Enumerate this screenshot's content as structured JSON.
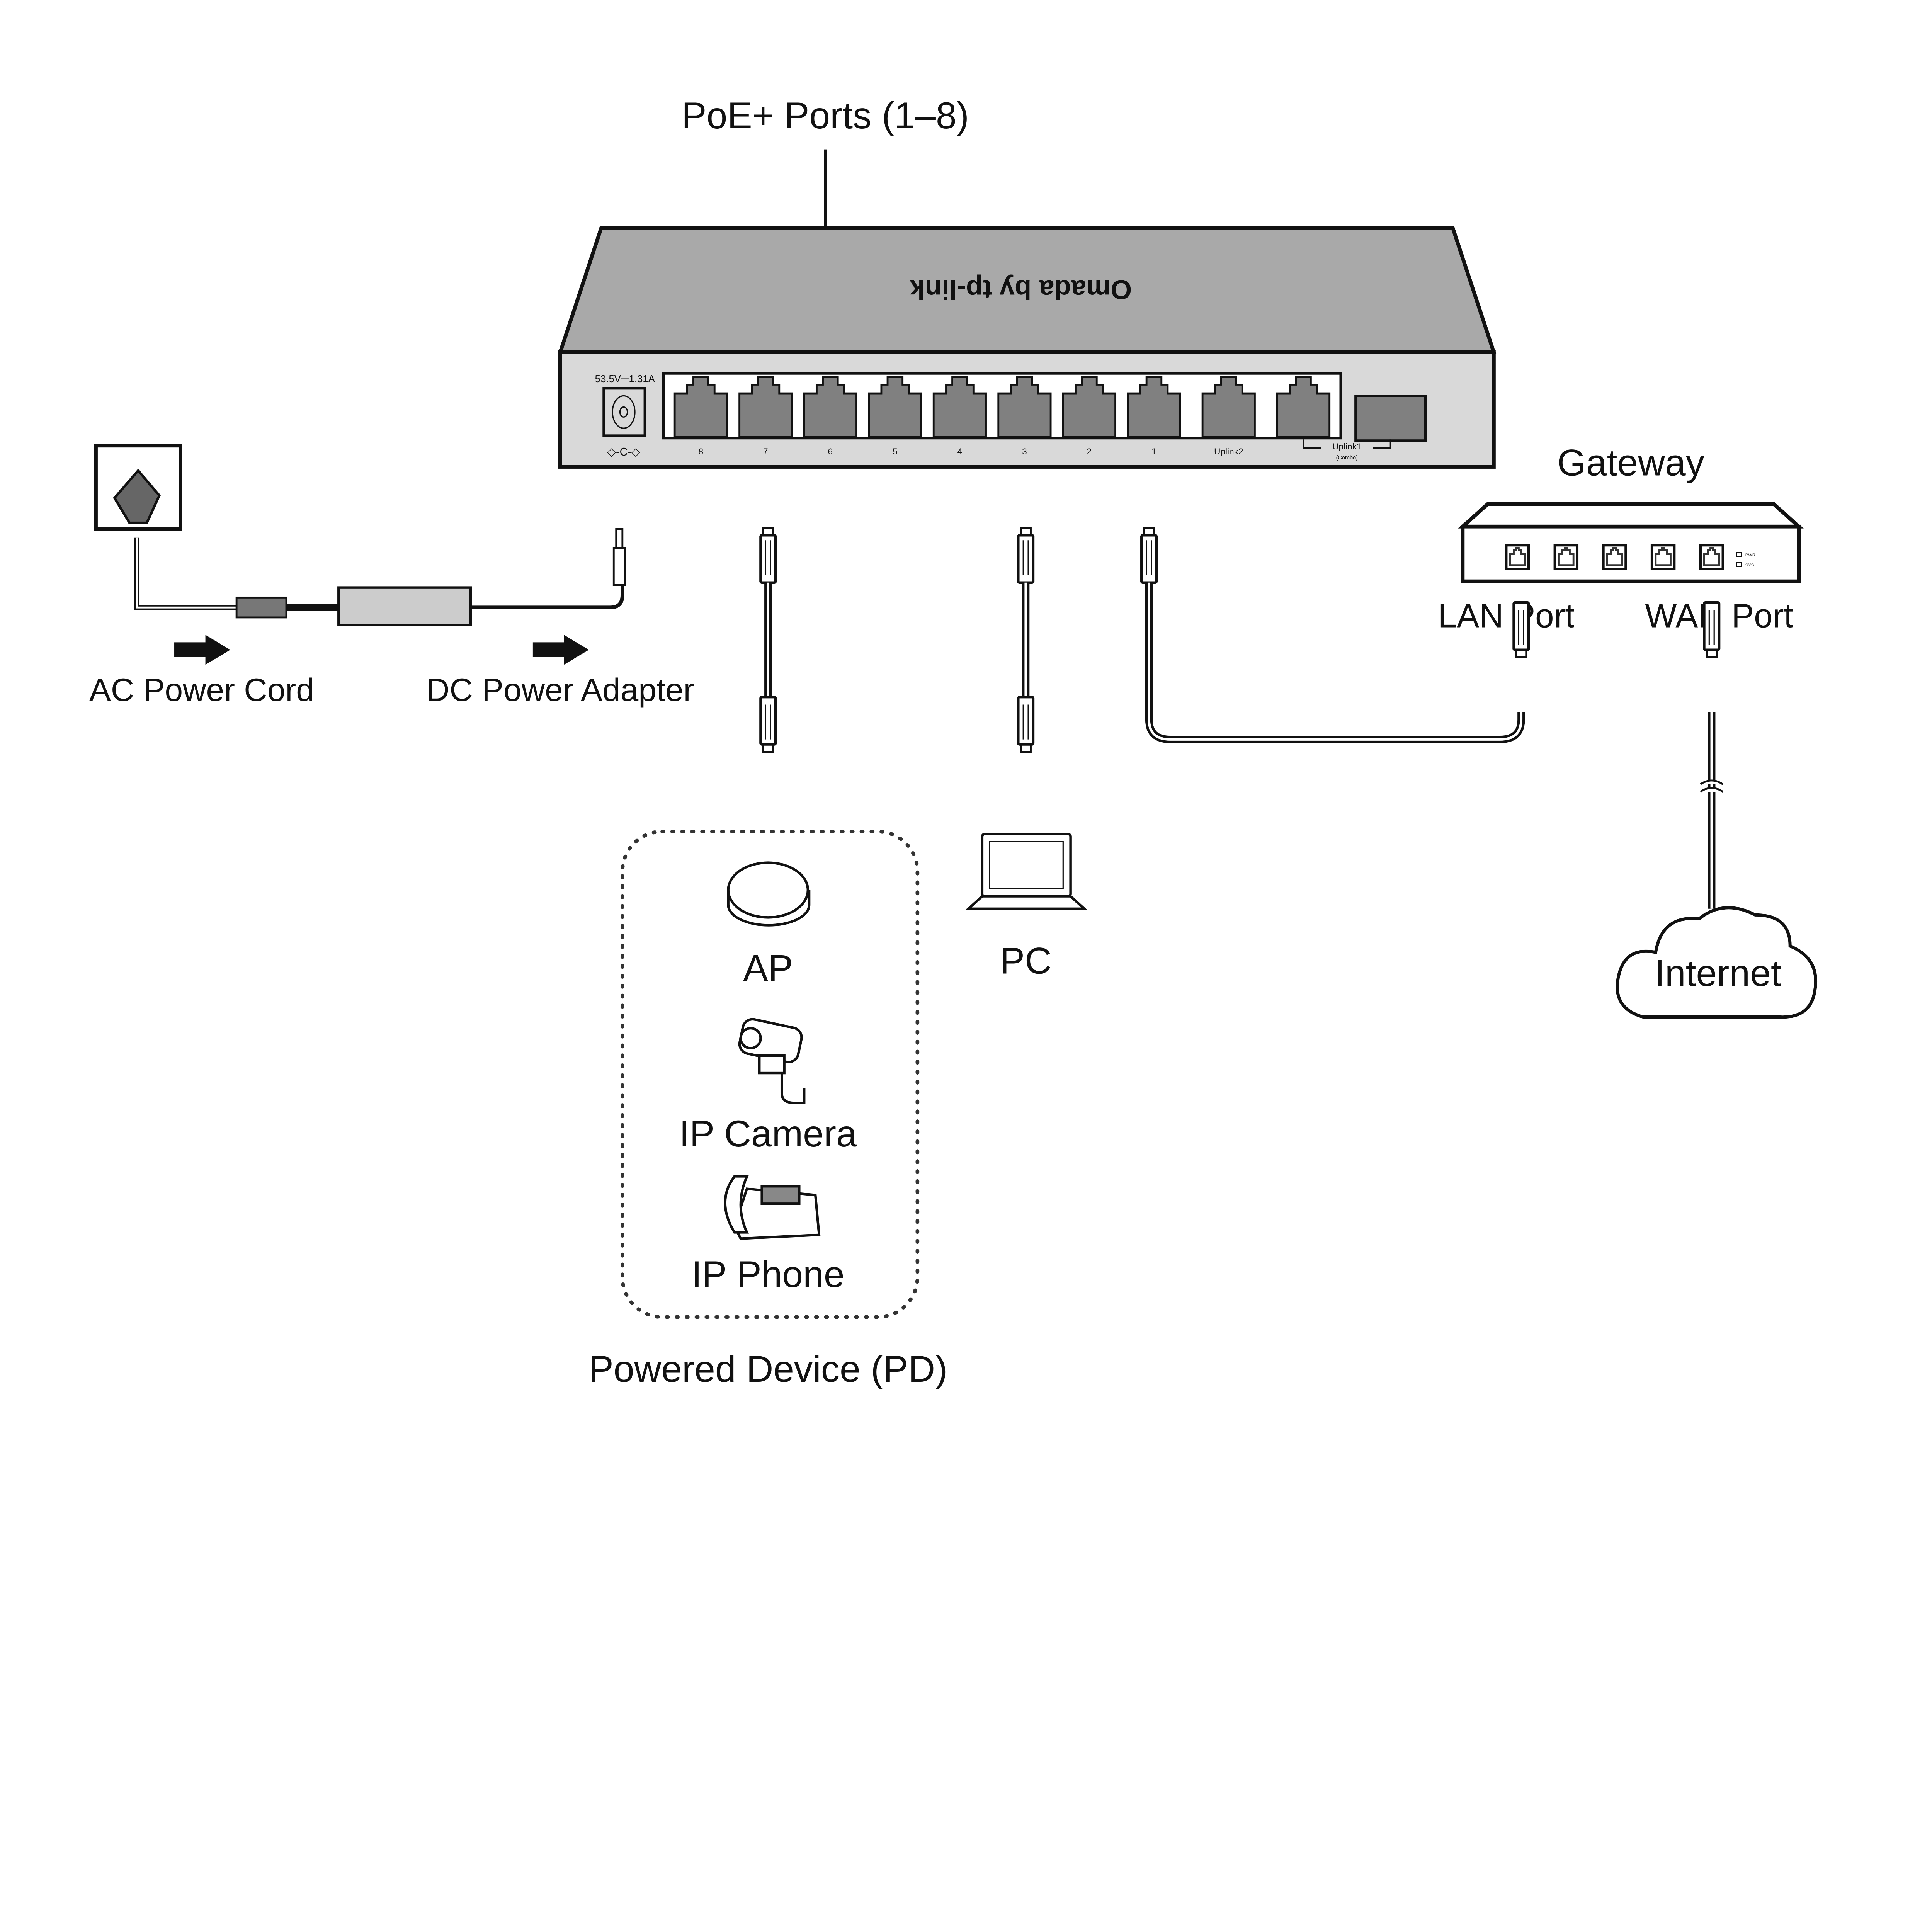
{
  "title": "PoE+ Ports (1–8)",
  "switch": {
    "logo": "Omada by tp-link",
    "power_rating": "53.5V⎓1.31A",
    "port_labels": [
      "8",
      "7",
      "6",
      "5",
      "4",
      "3",
      "2",
      "1"
    ],
    "uplink2": "Uplink2",
    "uplink1": "Uplink1",
    "uplink1_sub": "(Combo)",
    "colors": {
      "top": "#a9a9a9",
      "front": "#d9d9d9",
      "port": "#808080"
    }
  },
  "gateway": {
    "title": "Gateway",
    "lan_port": "LAN Port",
    "wan_port": "WAN Port",
    "leds": [
      "PWR",
      "SYS"
    ]
  },
  "power": {
    "ac_cord": "AC Power Cord",
    "dc_adapter": "DC Power Adapter"
  },
  "devices": {
    "ap": "AP",
    "ip_camera": "IP Camera",
    "ip_phone": "IP Phone",
    "group_label": "Powered Device (PD)",
    "pc": "PC",
    "internet": "Internet"
  }
}
